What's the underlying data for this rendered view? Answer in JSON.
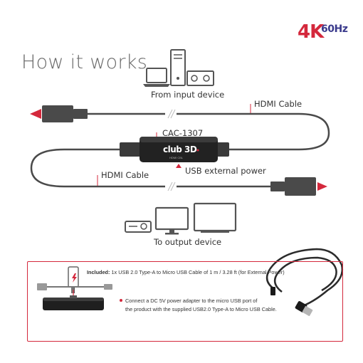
{
  "badge": {
    "resolution": "4K",
    "refresh": "60Hz"
  },
  "title": "How it works",
  "labels": {
    "input_device": "From input device",
    "hdmi_top": "HDMI Cable",
    "model": "CAC-1307",
    "usb_power": "USB  external power",
    "hdmi_bottom": "HDMI Cable",
    "output_device": "To output device"
  },
  "adapter": {
    "logo": "club 3D",
    "small_text": "HDMI CBL"
  },
  "included": {
    "label": "Included:",
    "text": "1x USB 2.0 Type-A to Micro USB Cable of 1 m / 3.28 ft (for External Power)"
  },
  "note": {
    "line1": "Connect a DC 5V power adapter to the micro USB port of",
    "line2": "the product with the supplied USB2.0 Type-A to Micro USB Cable."
  },
  "colors": {
    "accent": "#d4283c",
    "cable": "#4a4a4a",
    "device": "#555555"
  },
  "icons": [
    "laptop-icon",
    "pc-tower-icon",
    "audio-receiver-icon",
    "projector-icon",
    "monitor-icon",
    "tv-icon",
    "power-plug-icon",
    "usb-cable-icon"
  ]
}
